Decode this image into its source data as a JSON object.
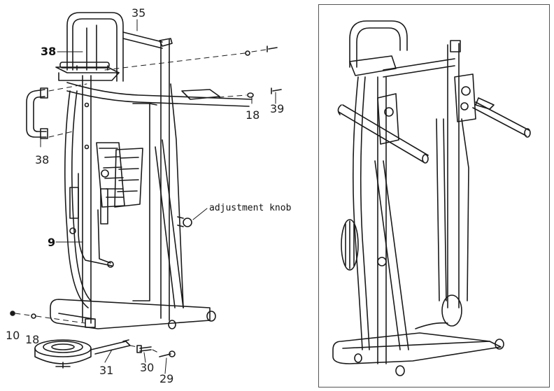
{
  "left_diagram": {
    "labels": {
      "p35": "35",
      "p38_top": "38",
      "p38_side": "38",
      "p18_upper": "18",
      "p39": "39",
      "adjustment_knob": "adjustment knob",
      "p9": "9",
      "p10": "10",
      "p18_lower": "18",
      "p31": "31",
      "p30": "30",
      "p29": "29"
    }
  },
  "colors": {
    "line": "#1a1a1a",
    "panel_border": "#555555",
    "background": "#ffffff"
  }
}
